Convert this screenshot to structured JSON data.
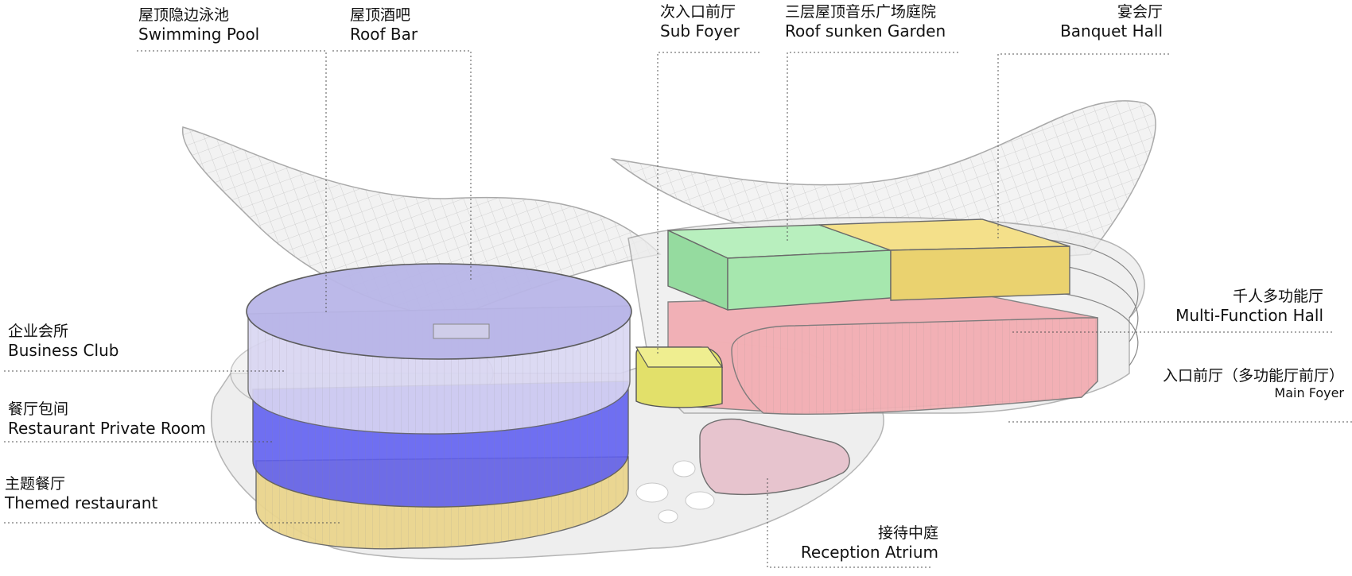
{
  "labels": {
    "swimming_pool": {
      "zh": "屋顶隐边泳池",
      "en": "Swimming Pool"
    },
    "roof_bar": {
      "zh": "屋顶酒吧",
      "en": "Roof Bar"
    },
    "sub_foyer": {
      "zh": "次入口前厅",
      "en": "Sub Foyer"
    },
    "roof_garden": {
      "zh": "三层屋顶音乐广场庭院",
      "en": "Roof sunken Garden"
    },
    "banquet_hall": {
      "zh": "宴会厅",
      "en": "Banquet Hall"
    },
    "business_club": {
      "zh": "企业会所",
      "en": "Business Club"
    },
    "restaurant_private_room": {
      "zh": "餐厅包间",
      "en": "Restaurant Private Room"
    },
    "themed_restaurant": {
      "zh": "主题餐厅",
      "en": "Themed restaurant"
    },
    "multi_function_hall": {
      "zh": "千人多功能厅",
      "en": "Multi-Function Hall"
    },
    "main_foyer": {
      "zh": "入口前厅（多功能厅前厅）",
      "en": "Main Foyer"
    },
    "reception_atrium": {
      "zh": "接待中庭",
      "en": "Reception Atrium"
    }
  },
  "colors": {
    "purple": "#b9b6e8",
    "blue": "#5e5ef2",
    "yellow": "#ead58e",
    "green": "#a6e7ae",
    "red": "#f2aab0",
    "pink": "#e7c2cd",
    "glass": "#d9d9d9"
  }
}
